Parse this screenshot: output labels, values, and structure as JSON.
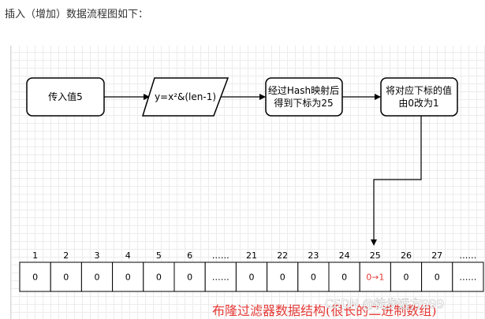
{
  "intro_text": "插入（增加）数据流程图如下：",
  "flow": {
    "node1": "传入值5",
    "node2": "y=x²&(len-1)",
    "node3_line1": "经过Hash映射后",
    "node3_line2": "得到下标为25",
    "node4_line1": "将对应下标的值",
    "node4_line2": "由0改为1"
  },
  "array": {
    "indices": [
      "1",
      "2",
      "3",
      "4",
      "5",
      "6",
      "……",
      "21",
      "22",
      "23",
      "24",
      "25",
      "26",
      "27",
      "……"
    ],
    "values": [
      "0",
      "0",
      "0",
      "0",
      "0",
      "0",
      "……",
      "0",
      "0",
      "0",
      "0",
      "0→1",
      "0",
      "0",
      "……"
    ],
    "highlight_index": 11,
    "highlight_color": "#e53935"
  },
  "caption": "布隆过滤器数据结构(很长的二进制数组)",
  "watermark": "CSDN @徒步远方999"
}
